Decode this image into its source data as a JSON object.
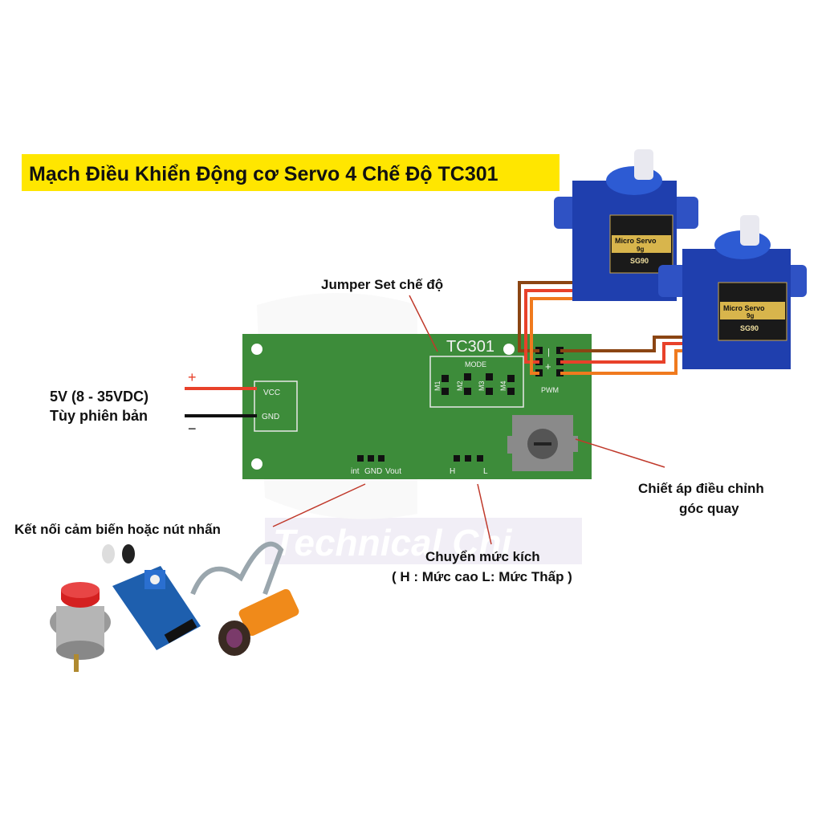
{
  "title": "Mạch Điều Khiển Động cơ Servo 4 Chế Độ TC301",
  "watermark": "Technical Chi",
  "board": {
    "name": "TC301",
    "mode_label": "MODE",
    "modes": [
      "M1",
      "M2",
      "M3",
      "M4"
    ],
    "power_pins": [
      "VCC",
      "GND"
    ],
    "input_pins": [
      "int",
      "GND",
      "Vout"
    ],
    "level_pins": [
      "H",
      "L"
    ],
    "pwm_label": "PWM",
    "pwm_symbols": [
      "|",
      "+"
    ]
  },
  "servo": {
    "label_line1": "Micro Servo",
    "label_line2": "9g",
    "model": "SG90"
  },
  "callouts": {
    "jumper": "Jumper Set chế độ",
    "power_line1": "5V  (8 -  35VDC)",
    "power_line2": "Tùy phiên bản",
    "plus": "+",
    "minus": "−",
    "pot_line1": "Chiết áp điều chỉnh",
    "pot_line2": "góc quay",
    "sensor": "Kết nối cảm biến hoặc nút nhấn",
    "level_line1": "Chuyển mức kích",
    "level_line2": "( H : Mức cao L: Mức Thấp )"
  },
  "colors": {
    "banner": "#ffe600",
    "pcb": "#3d8c3a",
    "servo": "#1f3fae",
    "wire_brown": "#8b4513",
    "wire_red": "#e8412a",
    "wire_orange": "#f07a1e",
    "pointer": "#c0392b"
  }
}
